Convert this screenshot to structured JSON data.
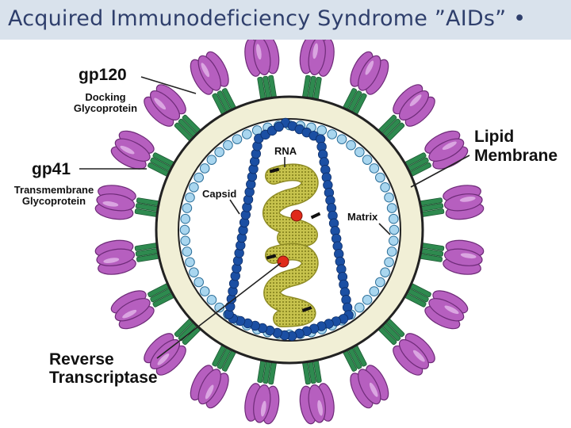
{
  "slide": {
    "title": "Acquired Immunodeficiency Syndrome ”AIDs” •",
    "background": "#ffffff",
    "title_bar_color": "#d9e2ec",
    "title_color": "#2f3f6c"
  },
  "labels": {
    "gp120": "gp120",
    "gp120_desc_1": "Docking",
    "gp120_desc_2": "Glycoprotein",
    "gp41": "gp41",
    "gp41_desc_1": "Transmembrane",
    "gp41_desc_2": "Glycoprotein",
    "lipid_1": "Lipid",
    "lipid_2": "Membrane",
    "rna": "RNA",
    "capsid": "Capsid",
    "matrix": "Matrix",
    "rt_1": "Reverse",
    "rt_2": "Transcriptase"
  },
  "colors": {
    "envelope_fill": "#f1efd6",
    "envelope_stroke": "#222222",
    "matrix_bead": "#a9d6ef",
    "capsid_bead": "#1b4fa3",
    "spike_cap": "#b65fbf",
    "spike_stalk": "#2e8a4f",
    "rna_coil": "#c7c34d",
    "enzyme": "#e02a1a"
  },
  "counts": {
    "surface_spikes": 20,
    "matrix_beads": 60,
    "capsid_beads": 72
  }
}
